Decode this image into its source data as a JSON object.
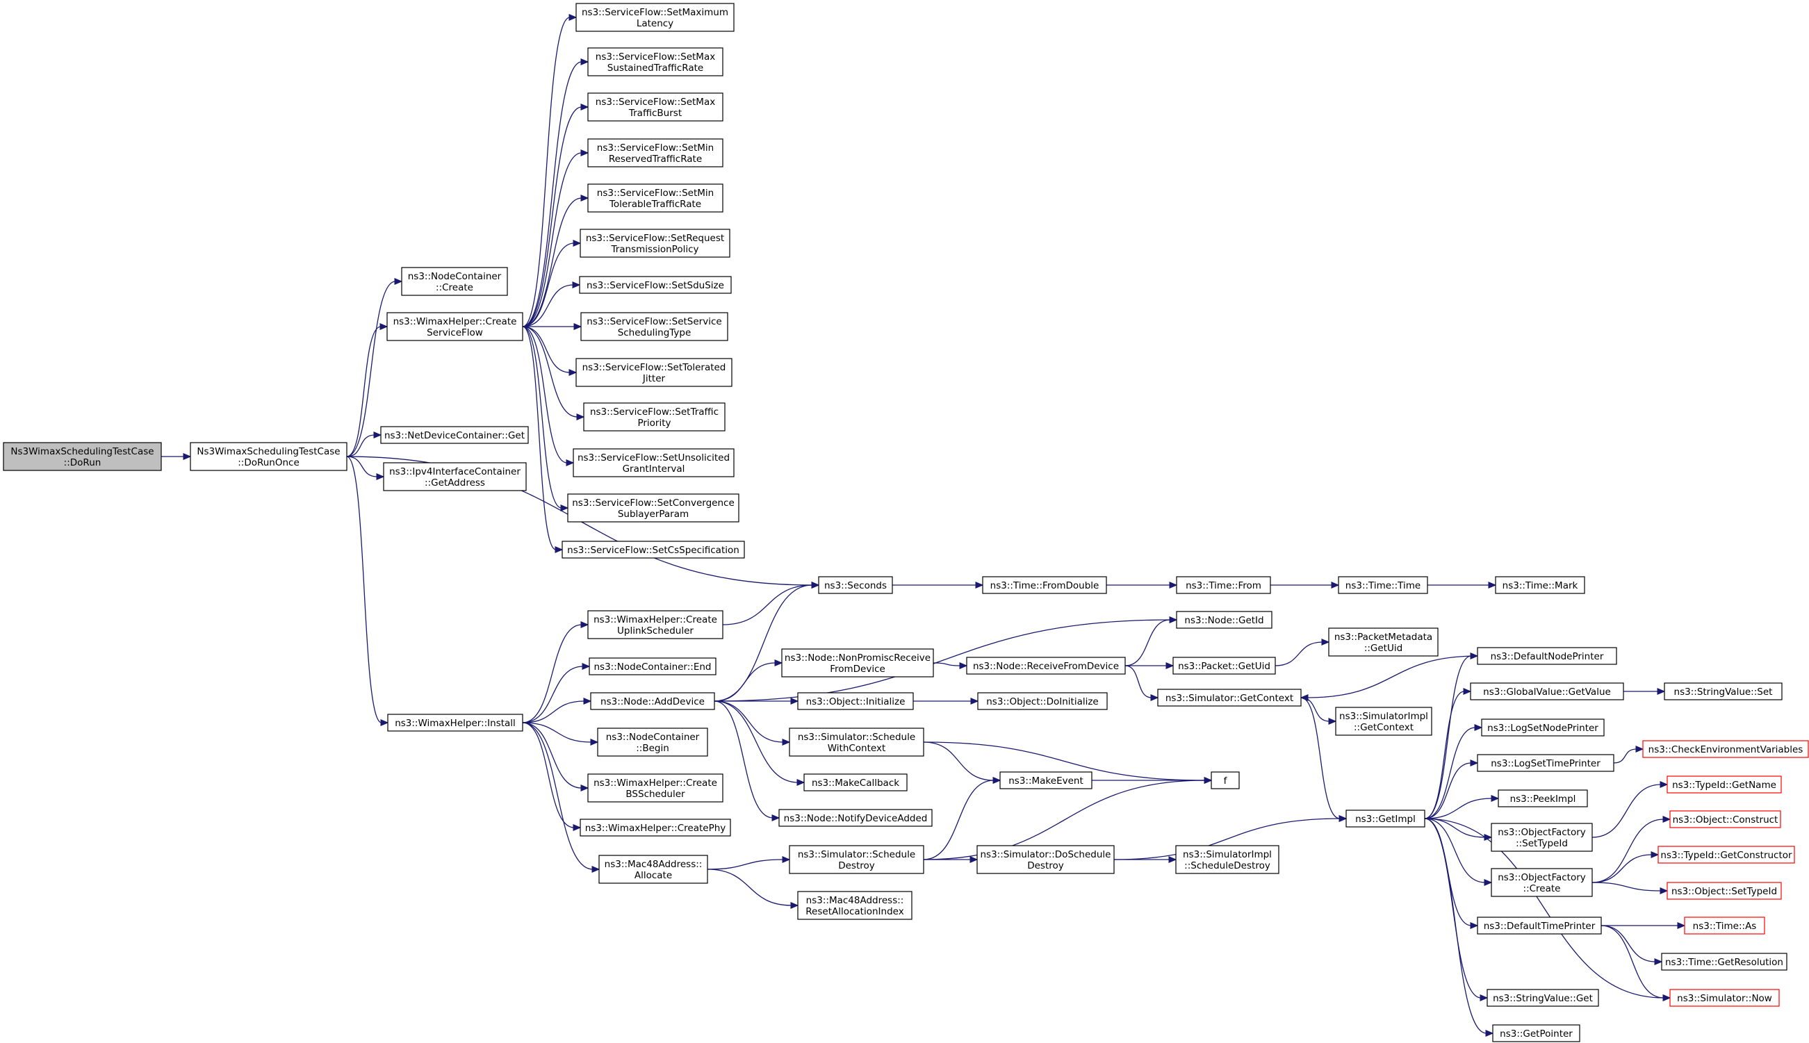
{
  "nodes": {
    "dorun": {
      "lines": [
        "Ns3WimaxSchedulingTestCase",
        "::DoRun"
      ],
      "root": true
    },
    "doruno": {
      "lines": [
        "Ns3WimaxSchedulingTestCase",
        "::DoRunOnce"
      ]
    },
    "ncCreate": {
      "lines": [
        "ns3::NodeContainer",
        "::Create"
      ]
    },
    "wCreateSF": {
      "lines": [
        "ns3::WimaxHelper::Create",
        "ServiceFlow"
      ]
    },
    "ndcGet": {
      "lines": [
        "ns3::NetDeviceContainer::Get"
      ]
    },
    "ipv4Get": {
      "lines": [
        "ns3::Ipv4InterfaceContainer",
        "::GetAddress"
      ]
    },
    "whInstall": {
      "lines": [
        "ns3::WimaxHelper::Install"
      ]
    },
    "sfMaxLat": {
      "lines": [
        "ns3::ServiceFlow::SetMaximum",
        "Latency"
      ]
    },
    "sfMaxSust": {
      "lines": [
        "ns3::ServiceFlow::SetMax",
        "SustainedTrafficRate"
      ]
    },
    "sfMaxBurst": {
      "lines": [
        "ns3::ServiceFlow::SetMax",
        "TrafficBurst"
      ]
    },
    "sfMinRes": {
      "lines": [
        "ns3::ServiceFlow::SetMin",
        "ReservedTrafficRate"
      ]
    },
    "sfMinTol": {
      "lines": [
        "ns3::ServiceFlow::SetMin",
        "TolerableTrafficRate"
      ]
    },
    "sfReqTx": {
      "lines": [
        "ns3::ServiceFlow::SetRequest",
        "TransmissionPolicy"
      ]
    },
    "sfSdu": {
      "lines": [
        "ns3::ServiceFlow::SetSduSize"
      ]
    },
    "sfSched": {
      "lines": [
        "ns3::ServiceFlow::SetService",
        "SchedulingType"
      ]
    },
    "sfTolJit": {
      "lines": [
        "ns3::ServiceFlow::SetTolerated",
        "Jitter"
      ]
    },
    "sfTrafPri": {
      "lines": [
        "ns3::ServiceFlow::SetTraffic",
        "Priority"
      ]
    },
    "sfUnsol": {
      "lines": [
        "ns3::ServiceFlow::SetUnsolicited",
        "GrantInterval"
      ]
    },
    "sfConv": {
      "lines": [
        "ns3::ServiceFlow::SetConvergence",
        "SublayerParam"
      ]
    },
    "sfCs": {
      "lines": [
        "ns3::ServiceFlow::SetCsSpecification"
      ]
    },
    "seconds": {
      "lines": [
        "ns3::Seconds"
      ]
    },
    "fromDouble": {
      "lines": [
        "ns3::Time::FromDouble"
      ]
    },
    "timeFrom": {
      "lines": [
        "ns3::Time::From"
      ]
    },
    "timeTime": {
      "lines": [
        "ns3::Time::Time"
      ]
    },
    "timeMark": {
      "lines": [
        "ns3::Time::Mark"
      ]
    },
    "whUplink": {
      "lines": [
        "ns3::WimaxHelper::Create",
        "UplinkScheduler"
      ]
    },
    "ncEnd": {
      "lines": [
        "ns3::NodeContainer::End"
      ]
    },
    "nodeAddDev": {
      "lines": [
        "ns3::Node::AddDevice"
      ]
    },
    "ncBegin": {
      "lines": [
        "ns3::NodeContainer",
        "::Begin"
      ]
    },
    "whBS": {
      "lines": [
        "ns3::WimaxHelper::Create",
        "BSScheduler"
      ]
    },
    "whPhy": {
      "lines": [
        "ns3::WimaxHelper::CreatePhy"
      ]
    },
    "macAlloc": {
      "lines": [
        "ns3::Mac48Address::",
        "Allocate"
      ]
    },
    "nodeGetId": {
      "lines": [
        "ns3::Node::GetId"
      ]
    },
    "nodeNonProm": {
      "lines": [
        "ns3::Node::NonPromiscReceive",
        "FromDevice"
      ]
    },
    "nodeRecv": {
      "lines": [
        "ns3::Node::ReceiveFromDevice"
      ]
    },
    "pktUid": {
      "lines": [
        "ns3::Packet::GetUid"
      ]
    },
    "pmUid": {
      "lines": [
        "ns3::PacketMetadata",
        "::GetUid"
      ]
    },
    "objInit": {
      "lines": [
        "ns3::Object::Initialize"
      ]
    },
    "objDoInit": {
      "lines": [
        "ns3::Object::DoInitialize"
      ]
    },
    "simSchedCtx": {
      "lines": [
        "ns3::Simulator::Schedule",
        "WithContext"
      ]
    },
    "makeCb": {
      "lines": [
        "ns3::MakeCallback"
      ]
    },
    "notifyDev": {
      "lines": [
        "ns3::Node::NotifyDeviceAdded"
      ]
    },
    "makeEvent": {
      "lines": [
        "ns3::MakeEvent"
      ]
    },
    "f": {
      "lines": [
        "f"
      ]
    },
    "simGetCtx": {
      "lines": [
        "ns3::Simulator::GetContext"
      ]
    },
    "implGetCtx": {
      "lines": [
        "ns3::SimulatorImpl",
        "::GetContext"
      ]
    },
    "simSchedDes": {
      "lines": [
        "ns3::Simulator::Schedule",
        "Destroy"
      ]
    },
    "simDoSchedDes": {
      "lines": [
        "ns3::Simulator::DoSchedule",
        "Destroy"
      ]
    },
    "implSchedDes": {
      "lines": [
        "ns3::SimulatorImpl",
        "::ScheduleDestroy"
      ]
    },
    "macReset": {
      "lines": [
        "ns3::Mac48Address::",
        "ResetAllocationIndex"
      ]
    },
    "getImpl": {
      "lines": [
        "ns3::GetImpl"
      ]
    },
    "defNodePrinter": {
      "lines": [
        "ns3::DefaultNodePrinter"
      ]
    },
    "gvGetValue": {
      "lines": [
        "ns3::GlobalValue::GetValue"
      ]
    },
    "strSet": {
      "lines": [
        "ns3::StringValue::Set"
      ]
    },
    "logSetNode": {
      "lines": [
        "ns3::LogSetNodePrinter"
      ]
    },
    "logSetTime": {
      "lines": [
        "ns3::LogSetTimePrinter"
      ]
    },
    "checkEnv": {
      "lines": [
        "ns3::CheckEnvironmentVariables"
      ],
      "external": true
    },
    "peekImpl": {
      "lines": [
        "ns3::PeekImpl"
      ]
    },
    "ofSetTid": {
      "lines": [
        "ns3::ObjectFactory",
        "::SetTypeId"
      ]
    },
    "tidGetName": {
      "lines": [
        "ns3::TypeId::GetName"
      ],
      "external": true
    },
    "objConstruct": {
      "lines": [
        "ns3::Object::Construct"
      ],
      "external": true
    },
    "tidGetCtor": {
      "lines": [
        "ns3::TypeId::GetConstructor"
      ],
      "external": true
    },
    "ofCreate": {
      "lines": [
        "ns3::ObjectFactory",
        "::Create"
      ]
    },
    "objSetTid": {
      "lines": [
        "ns3::Object::SetTypeId"
      ],
      "external": true
    },
    "defTimePrinter": {
      "lines": [
        "ns3::DefaultTimePrinter"
      ]
    },
    "timeAs": {
      "lines": [
        "ns3::Time::As"
      ],
      "external": true
    },
    "timeGetRes": {
      "lines": [
        "ns3::Time::GetResolution"
      ]
    },
    "simNow": {
      "lines": [
        "ns3::Simulator::Now"
      ],
      "external": true
    },
    "strGet": {
      "lines": [
        "ns3::StringValue::Get"
      ]
    },
    "getPointer": {
      "lines": [
        "ns3::GetPointer"
      ]
    }
  },
  "edges": [
    [
      "dorun",
      "doruno"
    ],
    [
      "doruno",
      "ncCreate"
    ],
    [
      "doruno",
      "wCreateSF"
    ],
    [
      "doruno",
      "ndcGet"
    ],
    [
      "doruno",
      "ipv4Get"
    ],
    [
      "doruno",
      "whInstall"
    ],
    [
      "doruno",
      "seconds"
    ],
    [
      "wCreateSF",
      "sfMaxLat"
    ],
    [
      "wCreateSF",
      "sfMaxSust"
    ],
    [
      "wCreateSF",
      "sfMaxBurst"
    ],
    [
      "wCreateSF",
      "sfMinRes"
    ],
    [
      "wCreateSF",
      "sfMinTol"
    ],
    [
      "wCreateSF",
      "sfReqTx"
    ],
    [
      "wCreateSF",
      "sfSdu"
    ],
    [
      "wCreateSF",
      "sfSched"
    ],
    [
      "wCreateSF",
      "sfTolJit"
    ],
    [
      "wCreateSF",
      "sfTrafPri"
    ],
    [
      "wCreateSF",
      "sfUnsol"
    ],
    [
      "wCreateSF",
      "sfConv"
    ],
    [
      "wCreateSF",
      "sfCs"
    ],
    [
      "seconds",
      "fromDouble"
    ],
    [
      "fromDouble",
      "timeFrom"
    ],
    [
      "timeFrom",
      "timeTime"
    ],
    [
      "timeTime",
      "timeMark"
    ],
    [
      "whInstall",
      "whUplink"
    ],
    [
      "whInstall",
      "ncEnd"
    ],
    [
      "whInstall",
      "nodeAddDev"
    ],
    [
      "whInstall",
      "ncBegin"
    ],
    [
      "whInstall",
      "whBS"
    ],
    [
      "whInstall",
      "whPhy"
    ],
    [
      "whInstall",
      "macAlloc"
    ],
    [
      "whUplink",
      "seconds"
    ],
    [
      "nodeAddDev",
      "seconds"
    ],
    [
      "nodeAddDev",
      "nodeGetId"
    ],
    [
      "nodeAddDev",
      "nodeNonProm"
    ],
    [
      "nodeAddDev",
      "objInit"
    ],
    [
      "nodeAddDev",
      "simSchedCtx"
    ],
    [
      "nodeAddDev",
      "makeCb"
    ],
    [
      "nodeAddDev",
      "notifyDev"
    ],
    [
      "nodeNonProm",
      "nodeRecv"
    ],
    [
      "nodeRecv",
      "nodeGetId"
    ],
    [
      "nodeRecv",
      "pktUid"
    ],
    [
      "nodeRecv",
      "simGetCtx"
    ],
    [
      "pktUid",
      "pmUid"
    ],
    [
      "objInit",
      "objDoInit"
    ],
    [
      "simSchedCtx",
      "makeEvent"
    ],
    [
      "simSchedCtx",
      "f"
    ],
    [
      "makeEvent",
      "f"
    ],
    [
      "macAlloc",
      "simSchedDes"
    ],
    [
      "macAlloc",
      "macReset"
    ],
    [
      "simSchedDes",
      "makeEvent"
    ],
    [
      "simSchedDes",
      "f"
    ],
    [
      "simSchedDes",
      "simDoSchedDes"
    ],
    [
      "simDoSchedDes",
      "getImpl"
    ],
    [
      "simDoSchedDes",
      "implSchedDes"
    ],
    [
      "simGetCtx",
      "implGetCtx"
    ],
    [
      "simGetCtx",
      "getImpl"
    ],
    [
      "defNodePrinter",
      "simGetCtx"
    ],
    [
      "getImpl",
      "defNodePrinter"
    ],
    [
      "getImpl",
      "gvGetValue"
    ],
    [
      "getImpl",
      "logSetNode"
    ],
    [
      "getImpl",
      "logSetTime"
    ],
    [
      "getImpl",
      "peekImpl"
    ],
    [
      "getImpl",
      "ofSetTid"
    ],
    [
      "getImpl",
      "ofCreate"
    ],
    [
      "getImpl",
      "defTimePrinter"
    ],
    [
      "getImpl",
      "simNow"
    ],
    [
      "getImpl",
      "strGet"
    ],
    [
      "getImpl",
      "getPointer"
    ],
    [
      "gvGetValue",
      "strSet"
    ],
    [
      "logSetTime",
      "checkEnv"
    ],
    [
      "ofSetTid",
      "tidGetName"
    ],
    [
      "ofCreate",
      "objConstruct"
    ],
    [
      "ofCreate",
      "tidGetCtor"
    ],
    [
      "ofCreate",
      "objSetTid"
    ],
    [
      "defTimePrinter",
      "timeAs"
    ],
    [
      "defTimePrinter",
      "timeGetRes"
    ],
    [
      "defTimePrinter",
      "simNow"
    ]
  ],
  "colors": {
    "edge": "#191970",
    "node_border": "#000000",
    "external_border": "#ff0000",
    "root_fill": "#bfbfbf"
  }
}
